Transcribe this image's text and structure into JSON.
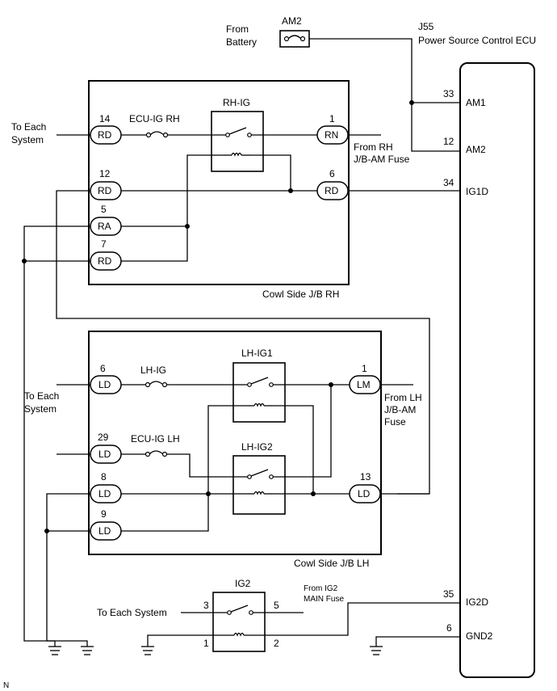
{
  "fuse_am2": {
    "name": "AM2"
  },
  "battery": {
    "line1": "From",
    "line2": "Battery"
  },
  "ecu": {
    "code": "J55",
    "name": "Power Source Control ECU",
    "pins": [
      {
        "num": "33",
        "name": "AM1"
      },
      {
        "num": "12",
        "name": "AM2"
      },
      {
        "num": "34",
        "name": "IG1D"
      },
      {
        "num": "35",
        "name": "IG2D"
      },
      {
        "num": "6",
        "name": "GND2"
      }
    ]
  },
  "jb_rh": {
    "title": "Cowl Side J/B RH",
    "fuse": "ECU-IG RH",
    "relay": "RH-IG",
    "to_each_system": {
      "line1": "To Each",
      "line2": "System"
    },
    "from_fuse": {
      "line1": "From RH",
      "line2": "J/B-AM Fuse"
    },
    "connectors": [
      {
        "pin": "14",
        "code": "RD"
      },
      {
        "pin": "1",
        "code": "RN"
      },
      {
        "pin": "12",
        "code": "RD"
      },
      {
        "pin": "6",
        "code": "RD"
      },
      {
        "pin": "5",
        "code": "RA"
      },
      {
        "pin": "7",
        "code": "RD"
      }
    ]
  },
  "jb_lh": {
    "title": "Cowl Side J/B LH",
    "fuse1": "LH-IG",
    "fuse2": "ECU-IG LH",
    "relay1": "LH-IG1",
    "relay2": "LH-IG2",
    "to_each_system": {
      "line1": "To Each",
      "line2": "System"
    },
    "from_fuse": {
      "line1": "From LH",
      "line2": "J/B-AM",
      "line3": "Fuse"
    },
    "connectors": [
      {
        "pin": "6",
        "code": "LD"
      },
      {
        "pin": "1",
        "code": "LM"
      },
      {
        "pin": "29",
        "code": "LD"
      },
      {
        "pin": "8",
        "code": "LD"
      },
      {
        "pin": "13",
        "code": "LD"
      },
      {
        "pin": "9",
        "code": "LD"
      }
    ]
  },
  "ig2": {
    "relay": "IG2",
    "to_each_system": "To Each System",
    "from_fuse": {
      "line1": "From IG2",
      "line2": "MAIN Fuse"
    },
    "pins": [
      "3",
      "5",
      "1",
      "2"
    ]
  },
  "corner_mark": "N"
}
